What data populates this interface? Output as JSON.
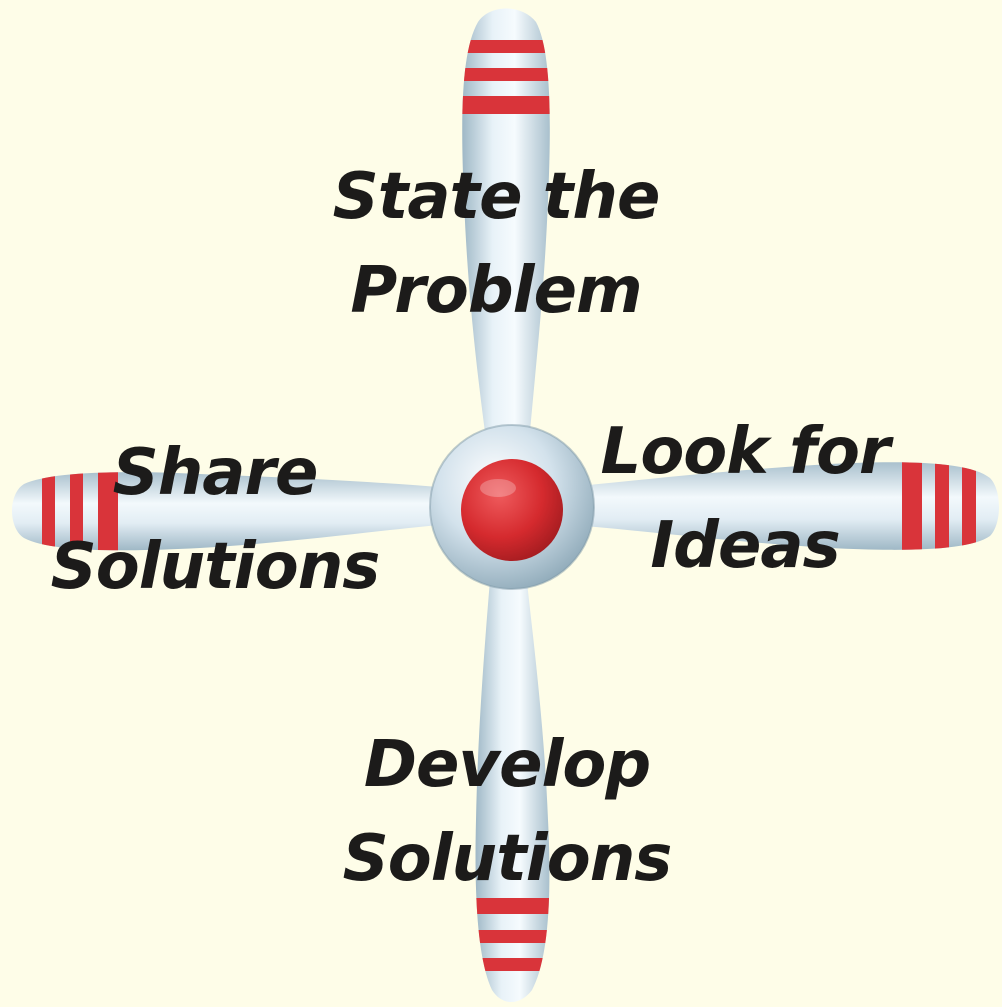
{
  "colors": {
    "background": "#fefde8",
    "blade": "#dceaf3",
    "blade_shade": "#9fb8c6",
    "stripe": "#d9343a",
    "hub_cap": "#d52a2e",
    "text": "#1c1b1a"
  },
  "steps": {
    "top": {
      "line1": "State the",
      "line2": "Problem"
    },
    "right": {
      "line1": "Look for",
      "line2": "Ideas"
    },
    "bottom": {
      "line1": "Develop",
      "line2": "Solutions"
    },
    "left": {
      "line1": "Share",
      "line2": "Solutions"
    }
  }
}
